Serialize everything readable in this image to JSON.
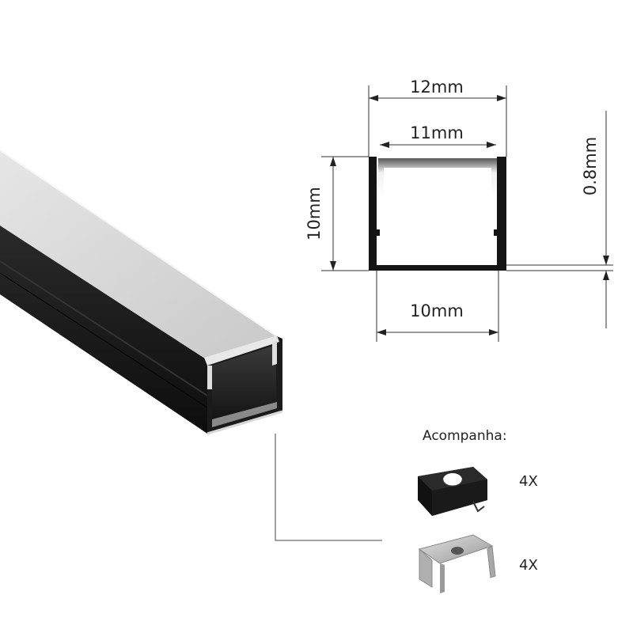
{
  "dimensions": {
    "top_width": "12mm",
    "inner_width": "11mm",
    "height": "10mm",
    "wall_thickness": "0.8mm",
    "bottom_width": "10mm"
  },
  "accessories": {
    "title": "Acompanha:",
    "items": [
      {
        "icon": "end-cap-icon",
        "quantity": "4X",
        "color": "#1a1a1a"
      },
      {
        "icon": "mounting-clip-icon",
        "quantity": "4X",
        "color": "#b5b5b5"
      }
    ]
  },
  "colors": {
    "profile_body": "#151515",
    "diffuser": "#d9d9d9",
    "dimension_lines": "#333333"
  }
}
